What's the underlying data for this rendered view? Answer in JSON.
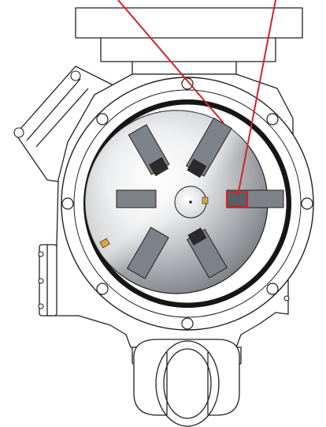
{
  "diagram": {
    "description_type": "cutaway",
    "components": [
      "pump-housing",
      "mounting-flange",
      "bolt-holes",
      "rotor",
      "vanes",
      "shaft",
      "discharge-port",
      "inlet-port"
    ],
    "vane_count": 6,
    "bolt_hole_count": 8,
    "callouts": [
      {
        "target": "vane-upper-right"
      },
      {
        "target": "vane-right-push-rod"
      }
    ],
    "colors": {
      "outline": "#231f20",
      "vane": "#7d8289",
      "vane_dark": "#5b6067",
      "slot": "#2b2b2b",
      "callout": "#d2232a",
      "accent": "#d9a53a",
      "housing_fill": "#ffffff",
      "cavity": "#151515"
    }
  }
}
